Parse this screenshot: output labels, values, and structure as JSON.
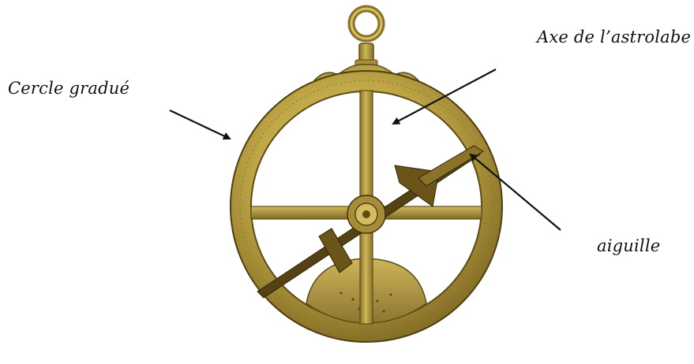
{
  "labels": {
    "cercle": "Cercle gradué",
    "axe": "Axe de l’astrolabe",
    "aiguille": "aiguille"
  },
  "colors": {
    "brass_light": "#d9c46a",
    "brass_mid": "#b8a040",
    "brass_dark": "#7a6420",
    "brass_shadow": "#4e3f12",
    "arrow": "#111111",
    "background": "#ffffff"
  }
}
